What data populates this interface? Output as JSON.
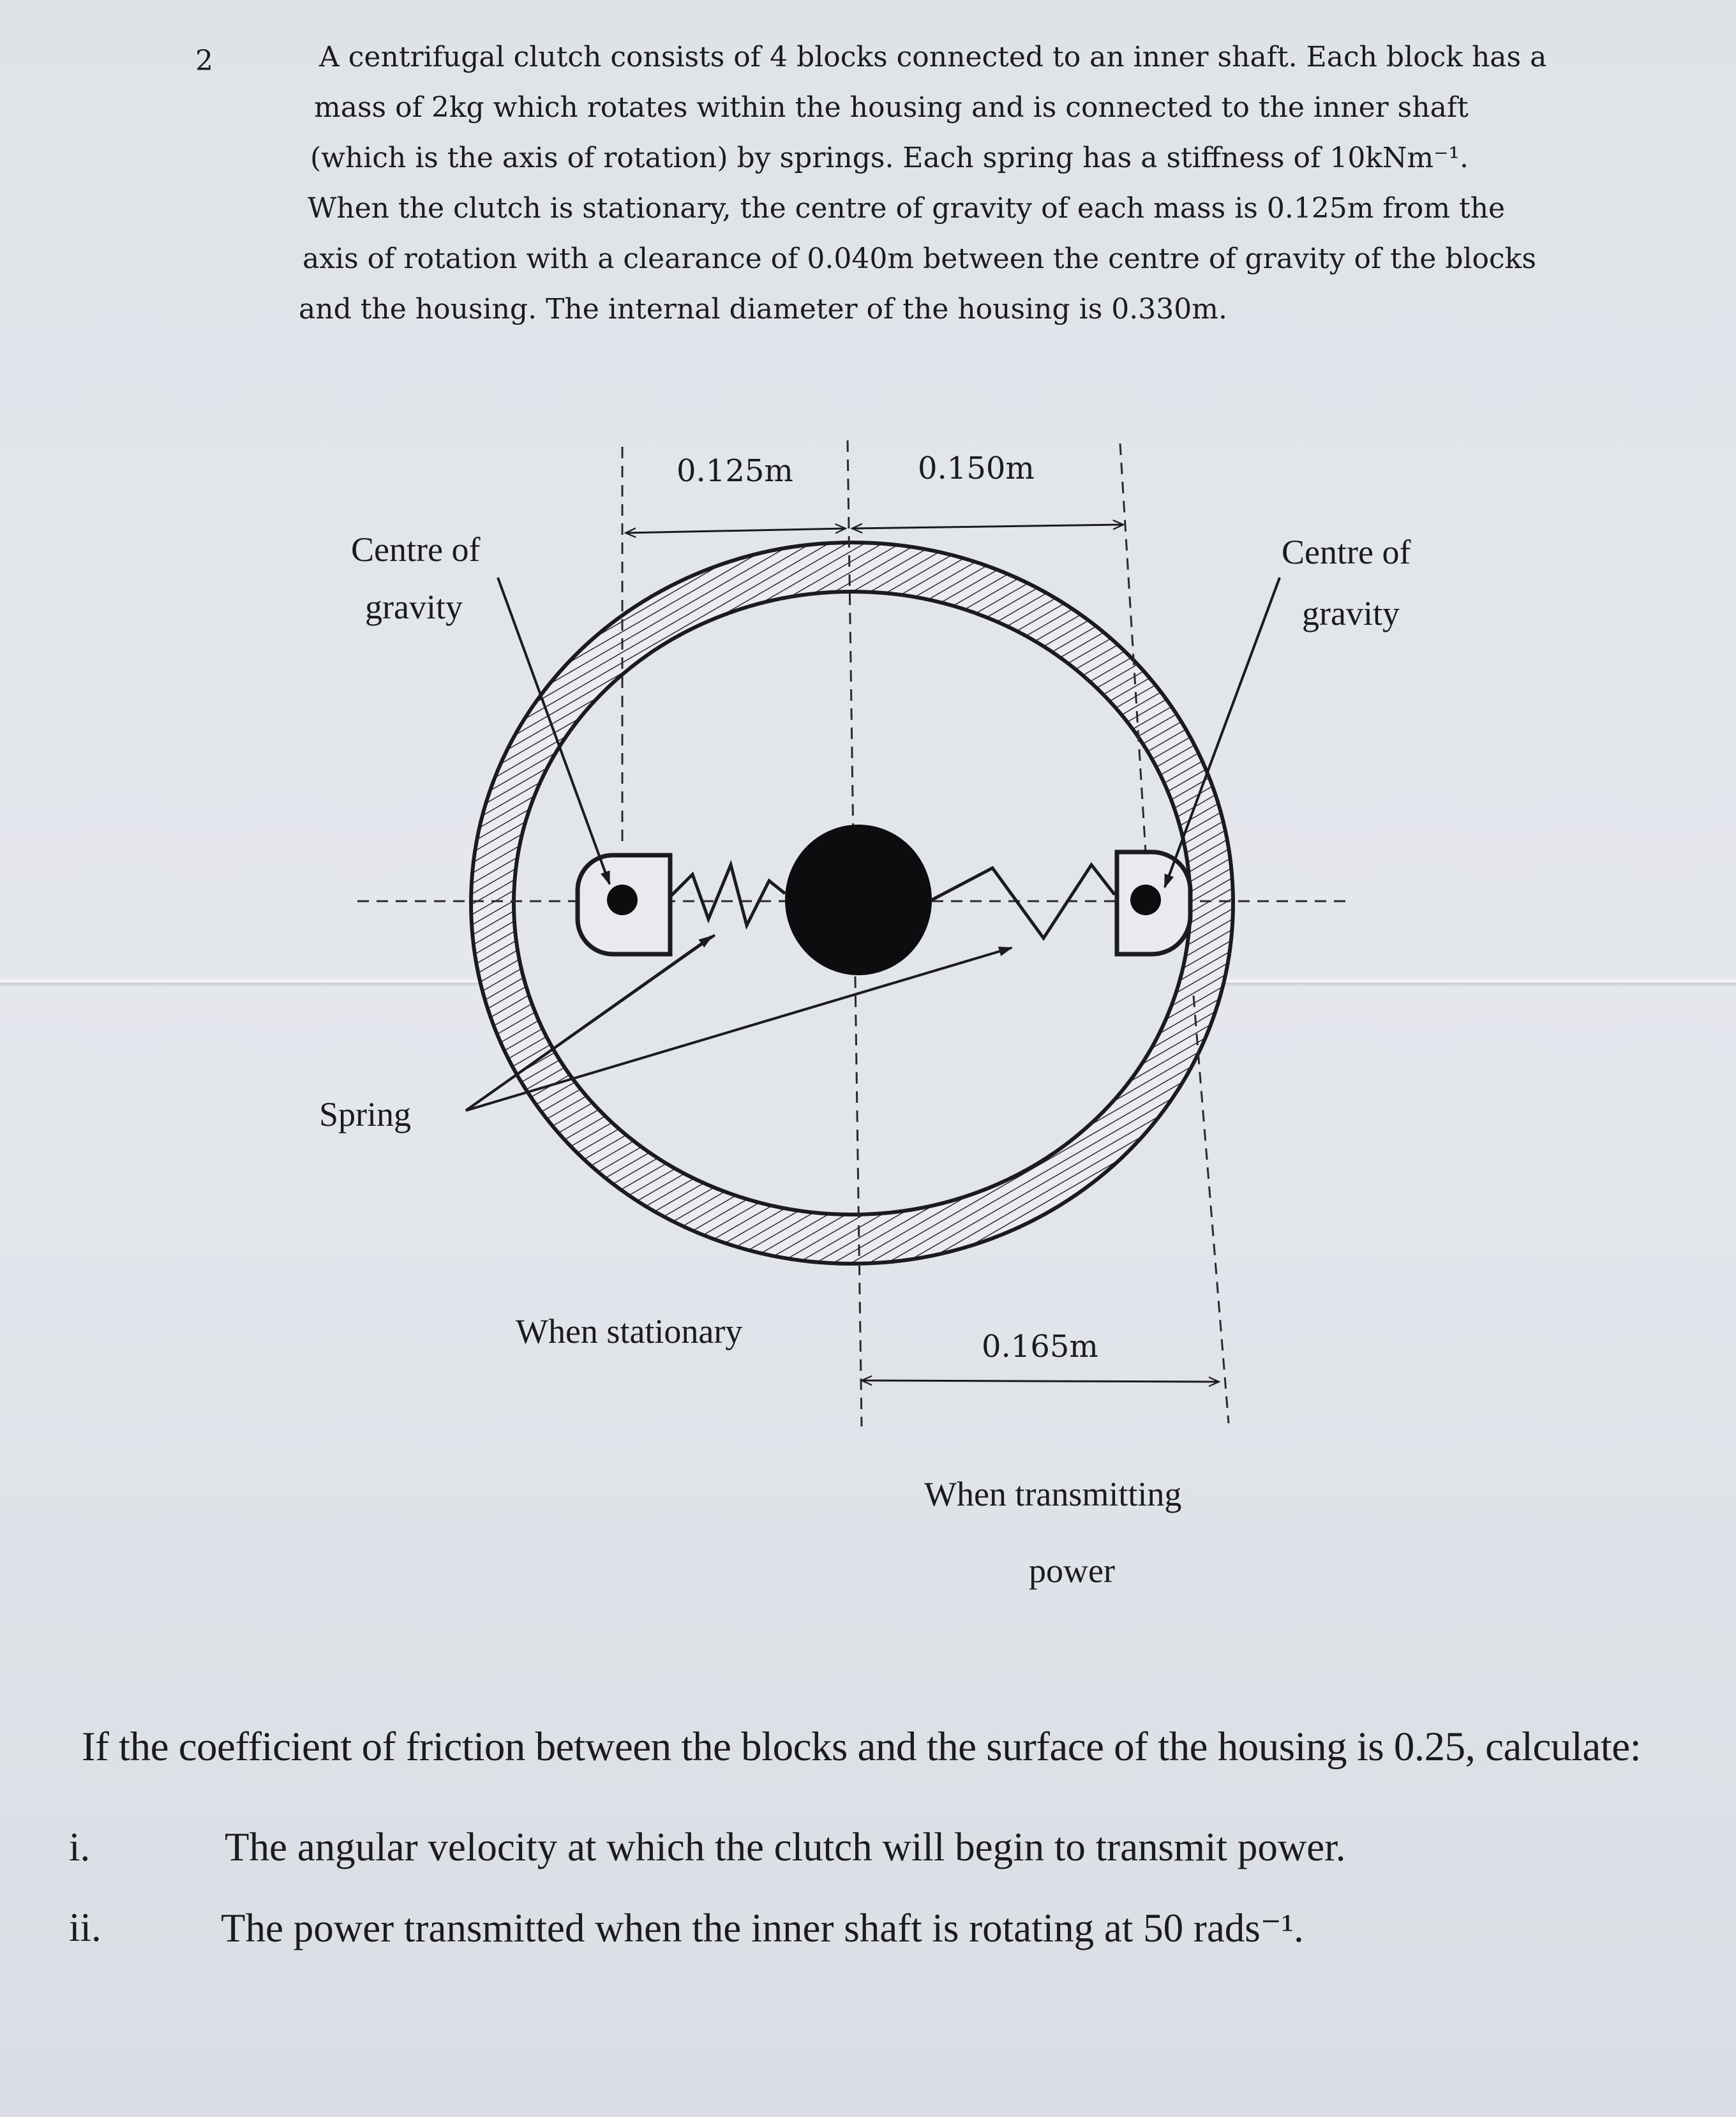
{
  "question": {
    "number": "2",
    "intro_lines": [
      "A centrifugal clutch consists of 4 blocks connected to an inner shaft. Each block has a",
      "mass of 2kg which rotates within the housing and is connected to the inner shaft",
      "(which is the axis of rotation) by springs. Each spring has a stiffness of 10kNm⁻¹.",
      "When the clutch is stationary, the centre of gravity of each mass is 0.125m from the",
      "axis of rotation with a clearance of 0.040m between the centre of gravity of the blocks",
      "and the housing. The internal diameter of the housing is 0.330m."
    ]
  },
  "figure": {
    "dim_top_left": "0.125m",
    "dim_top_right": "0.150m",
    "dim_bottom": "0.165m",
    "label_cog_left_1": "Centre of",
    "label_cog_left_2": "gravity",
    "label_cog_right_1": "Centre of",
    "label_cog_right_2": "gravity",
    "label_spring": "Spring",
    "label_stationary": "When stationary",
    "label_transmitting_1": "When transmitting",
    "label_transmitting_2": "power"
  },
  "task": {
    "lead": "If the coefficient of friction between the blocks and the surface of the housing is 0.25, calculate:",
    "parts": [
      {
        "num": "i.",
        "text": "The angular velocity at which the clutch will begin to transmit power."
      },
      {
        "num": "ii.",
        "text": "The power transmitted when the inner shaft is rotating at 50 rads⁻¹."
      }
    ]
  }
}
